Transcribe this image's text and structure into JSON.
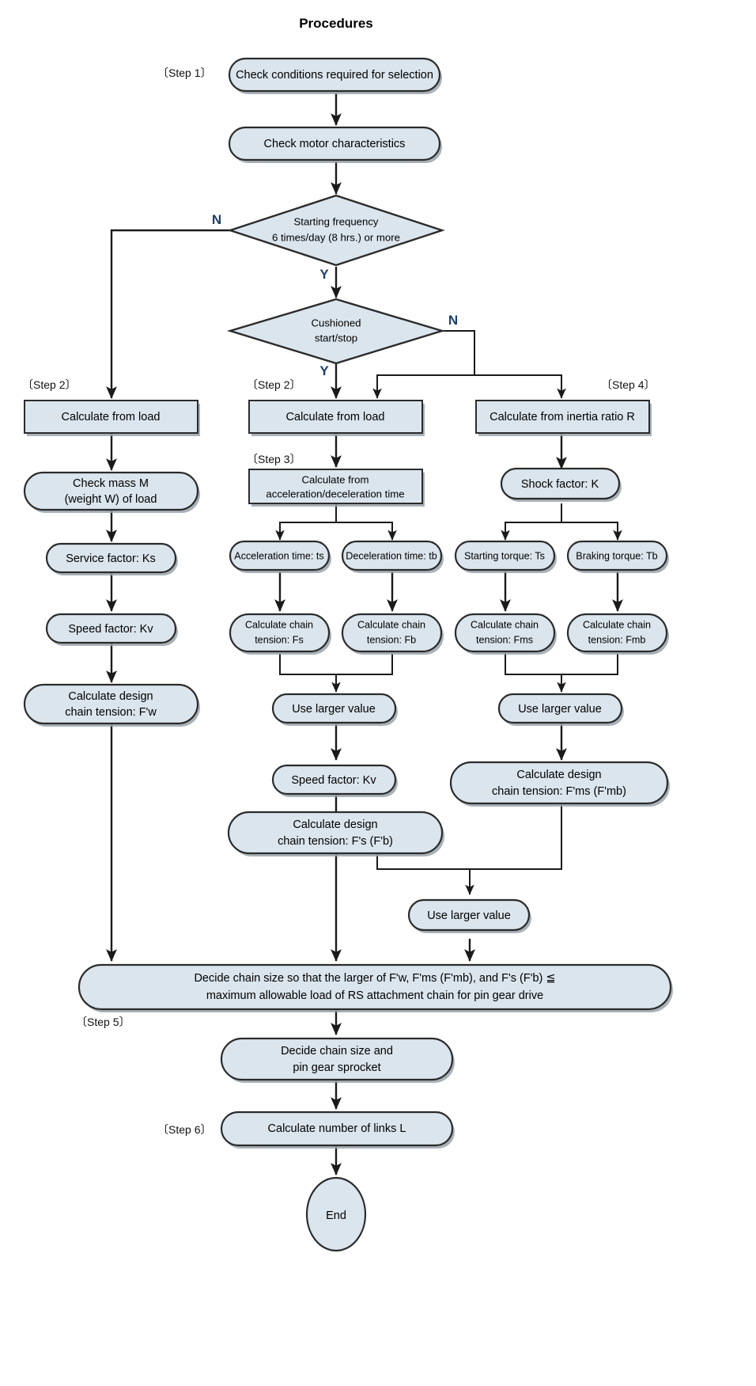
{
  "title": "Procedures",
  "colors": {
    "node_fill": "#dbe5ed",
    "node_stroke": "#2b2b2b",
    "edge": "#1a1a1a",
    "branch_label": "#1c3f6e",
    "background": "#ffffff"
  },
  "step_labels": [
    {
      "id": "step-1",
      "text": "〔Step 1〕"
    },
    {
      "id": "step-2-left",
      "text": "〔Step 2〕"
    },
    {
      "id": "step-2-mid",
      "text": "〔Step 2〕"
    },
    {
      "id": "step-3",
      "text": "〔Step 3〕"
    },
    {
      "id": "step-4",
      "text": "〔Step 4〕"
    },
    {
      "id": "step-5",
      "text": "〔Step 5〕"
    },
    {
      "id": "step-6",
      "text": "〔Step 6〕"
    }
  ],
  "branch_labels": [
    {
      "id": "starting-frequency-no",
      "text": "N"
    },
    {
      "id": "starting-frequency-yes",
      "text": "Y"
    },
    {
      "id": "cushioned-no",
      "text": "N"
    },
    {
      "id": "cushioned-yes",
      "text": "Y"
    }
  ],
  "nodes": {
    "check_conditions": {
      "label": "Check conditions required for selection",
      "shape": "stadium"
    },
    "check_motor": {
      "label": "Check motor characteristics",
      "shape": "stadium"
    },
    "starting_frequency_l1": {
      "label": "Starting frequency",
      "shape": "diamond"
    },
    "starting_frequency_l2": {
      "label": "6 times/day (8 hrs.) or more",
      "shape": "diamond"
    },
    "cushioned_l1": {
      "label": "Cushioned",
      "shape": "diamond"
    },
    "cushioned_l2": {
      "label": "start/stop",
      "shape": "diamond"
    },
    "calc_from_load_left": {
      "label": "Calculate from load",
      "shape": "rect"
    },
    "calc_from_load_mid": {
      "label": "Calculate from load",
      "shape": "rect"
    },
    "calc_from_inertia": {
      "label": "Calculate from inertia ratio R",
      "shape": "rect"
    },
    "check_mass_l1": {
      "label": "Check mass M",
      "shape": "stadium"
    },
    "check_mass_l2": {
      "label": "(weight W) of load",
      "shape": "stadium"
    },
    "service_factor": {
      "label": "Service factor: Ks",
      "shape": "stadium"
    },
    "speed_factor_left": {
      "label": "Speed factor: Kv",
      "shape": "stadium"
    },
    "design_tension_fw_l1": {
      "label": "Calculate design",
      "shape": "stadium"
    },
    "design_tension_fw_l2": {
      "label": "chain tension: F'w",
      "shape": "stadium"
    },
    "calc_accel_decel_l1": {
      "label": "Calculate from",
      "shape": "rect"
    },
    "calc_accel_decel_l2": {
      "label": "acceleration/deceleration time",
      "shape": "rect"
    },
    "shock_factor": {
      "label": "Shock factor: K",
      "shape": "stadium"
    },
    "accel_time": {
      "label": "Acceleration time: ts",
      "shape": "stadium"
    },
    "decel_time": {
      "label": "Deceleration time: tb",
      "shape": "stadium"
    },
    "starting_torque": {
      "label": "Starting torque: Ts",
      "shape": "stadium"
    },
    "braking_torque": {
      "label": "Braking torque: Tb",
      "shape": "stadium"
    },
    "chain_tension_fs_l1": {
      "label": "Calculate chain",
      "shape": "stadium"
    },
    "chain_tension_fs_l2": {
      "label": "tension: Fs",
      "shape": "stadium"
    },
    "chain_tension_fb_l1": {
      "label": "Calculate chain",
      "shape": "stadium"
    },
    "chain_tension_fb_l2": {
      "label": "tension: Fb",
      "shape": "stadium"
    },
    "chain_tension_fms_l1": {
      "label": "Calculate chain",
      "shape": "stadium"
    },
    "chain_tension_fms_l2": {
      "label": "tension: Fms",
      "shape": "stadium"
    },
    "chain_tension_fmb_l1": {
      "label": "Calculate chain",
      "shape": "stadium"
    },
    "chain_tension_fmb_l2": {
      "label": "tension: Fmb",
      "shape": "stadium"
    },
    "use_larger_mid": {
      "label": "Use larger value",
      "shape": "stadium"
    },
    "use_larger_right": {
      "label": "Use larger value",
      "shape": "stadium"
    },
    "speed_factor_mid": {
      "label": "Speed factor: Kv",
      "shape": "stadium"
    },
    "design_tension_fms_l1": {
      "label": "Calculate design",
      "shape": "stadium"
    },
    "design_tension_fms_l2": {
      "label": "chain tension: F'ms (F'mb)",
      "shape": "stadium"
    },
    "design_tension_fs_l1": {
      "label": "Calculate design",
      "shape": "stadium"
    },
    "design_tension_fs_l2": {
      "label": "chain tension: F's (F'b)",
      "shape": "stadium"
    },
    "use_larger_bottom": {
      "label": "Use larger value",
      "shape": "stadium"
    },
    "decide_chain_size_l1": {
      "label": "Decide chain size so that the larger of F'w, F'ms (F'mb), and F's (F'b) ≦",
      "shape": "stadium"
    },
    "decide_chain_size_l2": {
      "label": "maximum allowable load of RS attachment chain for pin gear drive",
      "shape": "stadium"
    },
    "decide_sprocket_l1": {
      "label": "Decide chain size and",
      "shape": "stadium"
    },
    "decide_sprocket_l2": {
      "label": "pin gear sprocket",
      "shape": "stadium"
    },
    "calc_links": {
      "label": "Calculate number of links L",
      "shape": "stadium"
    },
    "end": {
      "label": "End",
      "shape": "ellipse"
    }
  }
}
